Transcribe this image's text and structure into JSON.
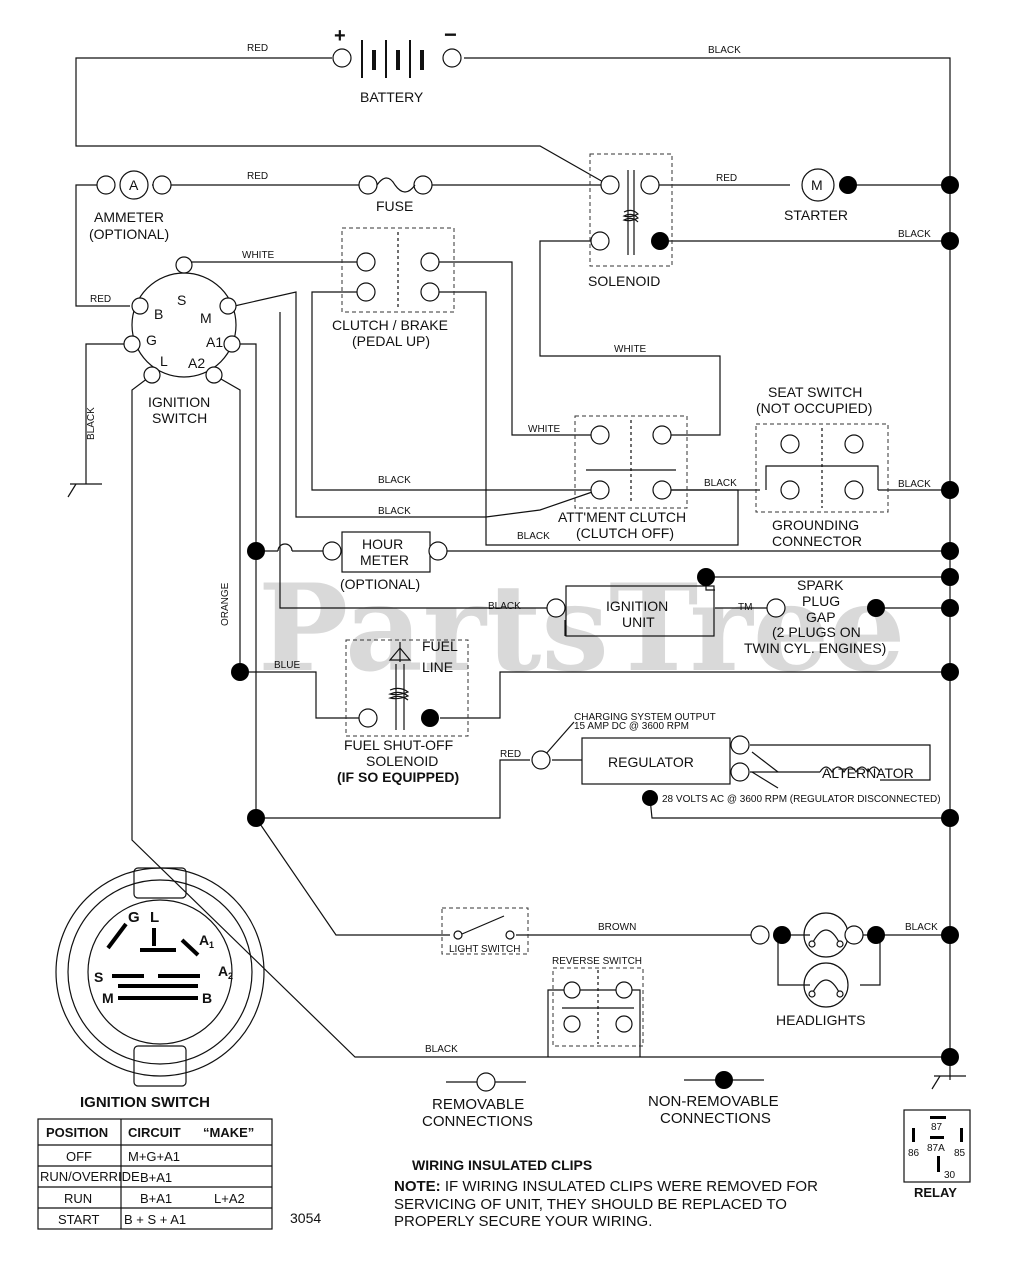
{
  "watermark": "PartsTree",
  "watermark_tm": "TM",
  "battery": {
    "label": "BATTERY",
    "plus": "+",
    "minus": "−"
  },
  "wires": {
    "red_top": "RED",
    "black_top": "BLACK",
    "red_ammeter": "RED",
    "red_starter": "RED",
    "black_solenoid": "BLACK",
    "white_top": "WHITE",
    "red_ign": "RED",
    "black_ground": "BLACK",
    "white_solenoid": "WHITE",
    "white_att": "WHITE",
    "black_att1": "BLACK",
    "black_att2": "BLACK",
    "black_att3": "BLACK",
    "black_seat_l": "BLACK",
    "black_seat_r": "BLACK",
    "orange": "ORANGE",
    "black_ign_unit": "BLACK",
    "blue": "BLUE",
    "red_reg": "RED",
    "brown": "BROWN",
    "black_headlight": "BLACK",
    "black_bottom": "BLACK"
  },
  "ammeter": {
    "symbol": "A",
    "label1": "AMMETER",
    "label2": "(OPTIONAL)"
  },
  "fuse": {
    "label": "FUSE"
  },
  "solenoid": {
    "label": "SOLENOID"
  },
  "starter": {
    "symbol": "M",
    "label": "STARTER"
  },
  "ignition_switch_terminals": {
    "s": "S",
    "b": "B",
    "m": "M",
    "g": "G",
    "l": "L",
    "a1": "A1",
    "a2": "A2"
  },
  "ignition_switch": {
    "label1": "IGNITION",
    "label2": "SWITCH"
  },
  "clutch_brake": {
    "label1": "CLUTCH / BRAKE",
    "label2": "(PEDAL UP)"
  },
  "seat_switch": {
    "label1": "SEAT SWITCH",
    "label2": "(NOT OCCUPIED)",
    "ground1": "GROUNDING",
    "ground2": "CONNECTOR"
  },
  "att_clutch": {
    "label1": "ATT'MENT CLUTCH",
    "label2": "(CLUTCH OFF)"
  },
  "hour_meter": {
    "label1": "HOUR",
    "label2": "METER",
    "label3": "(OPTIONAL)"
  },
  "ignition_unit": {
    "label1": "IGNITION",
    "label2": "UNIT"
  },
  "spark_plug": {
    "l1": "SPARK",
    "l2": "PLUG",
    "l3": "GAP",
    "l4": "(2 PLUGS ON",
    "l5": "TWIN CYL. ENGINES)"
  },
  "fuel": {
    "l1": "FUEL",
    "l2": "LINE",
    "sol1": "FUEL SHUT-OFF",
    "sol2": "SOLENOID",
    "sol3": "(IF SO EQUIPPED)"
  },
  "charging": {
    "l1": "CHARGING SYSTEM OUTPUT",
    "l2": "15 AMP DC @ 3600 RPM",
    "ac": "28 VOLTS AC @ 3600 RPM (REGULATOR DISCONNECTED)"
  },
  "regulator": {
    "label": "REGULATOR"
  },
  "alternator": {
    "label": "ALTERNATOR"
  },
  "light_switch": {
    "label": "LIGHT SWITCH"
  },
  "reverse_switch": {
    "label": "REVERSE SWITCH"
  },
  "headlights": {
    "label": "HEADLIGHTS"
  },
  "legend": {
    "rem1": "REMOVABLE",
    "rem2": "CONNECTIONS",
    "non1": "NON-REMOVABLE",
    "non2": "CONNECTIONS"
  },
  "ign_detail": {
    "title": "IGNITION SWITCH",
    "g": "G",
    "l": "L",
    "a1": "A",
    "a1s": "1",
    "s": "S",
    "a2": "A",
    "a2s": "2",
    "m": "M",
    "b": "B"
  },
  "table": {
    "headers": [
      "POSITION",
      "CIRCUIT",
      "“MAKE”"
    ],
    "rows": [
      [
        "OFF",
        "M+G+A1",
        ""
      ],
      [
        "RUN/OVERRIDE",
        "B+A1",
        ""
      ],
      [
        "RUN",
        "B+A1",
        "L+A2"
      ],
      [
        "START",
        "B + S + A1",
        ""
      ]
    ]
  },
  "diagram_number": "3054",
  "notes": {
    "title": "WIRING INSULATED CLIPS",
    "note_bold": "NOTE:",
    "line1": " IF WIRING INSULATED CLIPS WERE REMOVED FOR",
    "line2": "SERVICING OF UNIT, THEY SHOULD BE REPLACED TO",
    "line3": "PROPERLY SECURE YOUR WIRING."
  },
  "relay": {
    "label": "RELAY",
    "p87": "87",
    "p87a": "87A",
    "p86": "86",
    "p85": "85",
    "p30": "30"
  }
}
